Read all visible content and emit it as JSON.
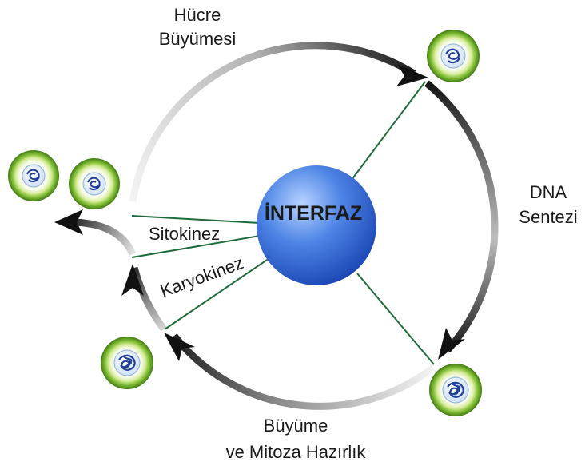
{
  "center": {
    "label": "İNTERFAZ"
  },
  "phases": {
    "growth_1": [
      "Hücre",
      "Büyümesi"
    ],
    "dna": [
      "DNA",
      "Sentezi"
    ],
    "growth_2": [
      "Büyüme",
      "ve Mitoza Hazırlık"
    ],
    "cytokinesis": "Sitokinez",
    "karyokinesis": "Karyokinez"
  },
  "colors": {
    "center_sphere": "#3a6fd8",
    "center_label": "#222222",
    "divider_line": "#1e6b3a",
    "cell_ring": "#8cc63f",
    "arrow_dark": "#111111",
    "arrow_light": "#f2f2f2"
  },
  "icons": [
    "cell-icon",
    "arrow-icon"
  ]
}
